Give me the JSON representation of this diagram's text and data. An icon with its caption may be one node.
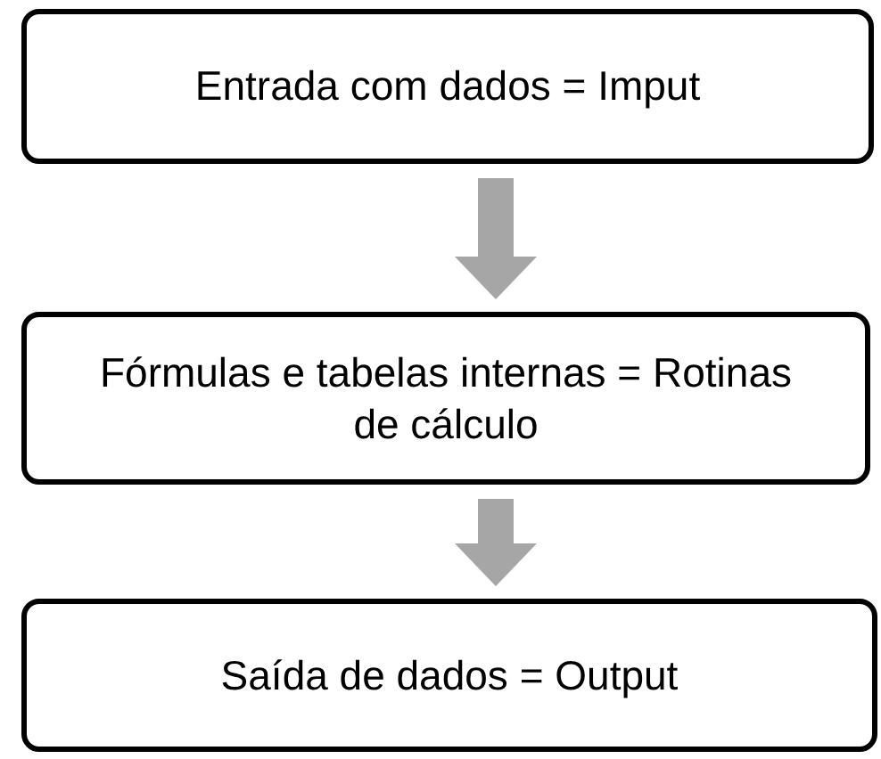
{
  "diagram": {
    "nodes": [
      {
        "text": [
          "Entrada com dados = Imput"
        ]
      },
      {
        "text": [
          "Fórmulas e tabelas internas = Rotinas de cálculo"
        ]
      },
      {
        "text": [
          "Saída de dados = Output"
        ]
      }
    ],
    "edges": [
      {
        "from": 0,
        "to": 1,
        "arrow": "to"
      },
      {
        "from": 1,
        "to": 2,
        "arrow": "to"
      }
    ]
  }
}
